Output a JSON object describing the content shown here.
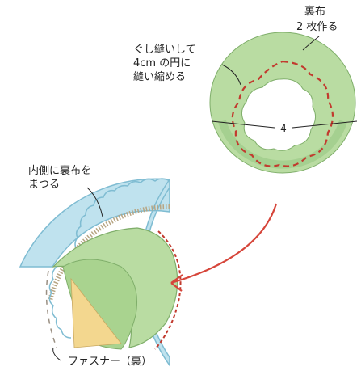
{
  "labels": {
    "backing_cloth": [
      "裏布",
      "2 枚作る"
    ],
    "running_stitch": [
      "ぐし縫いして",
      "4cm の円に",
      "縫い縮める"
    ],
    "dimension": "4",
    "inner_side": [
      "内側に裏布を",
      "まつる"
    ],
    "zipper": "ファスナー（裏）"
  },
  "colors": {
    "cloth_green": "#b9dca2",
    "cloth_green_dark": "#8fc27a",
    "stitch_red": "#c23a2e",
    "arrow_red": "#d6453a",
    "ruffle_blue": "#bfe2ee",
    "ruffle_blue_edge": "#7fbcd2",
    "zipper_tape": "#b7a583",
    "yellow_fill": "#f3d78f",
    "line": "#222222"
  }
}
